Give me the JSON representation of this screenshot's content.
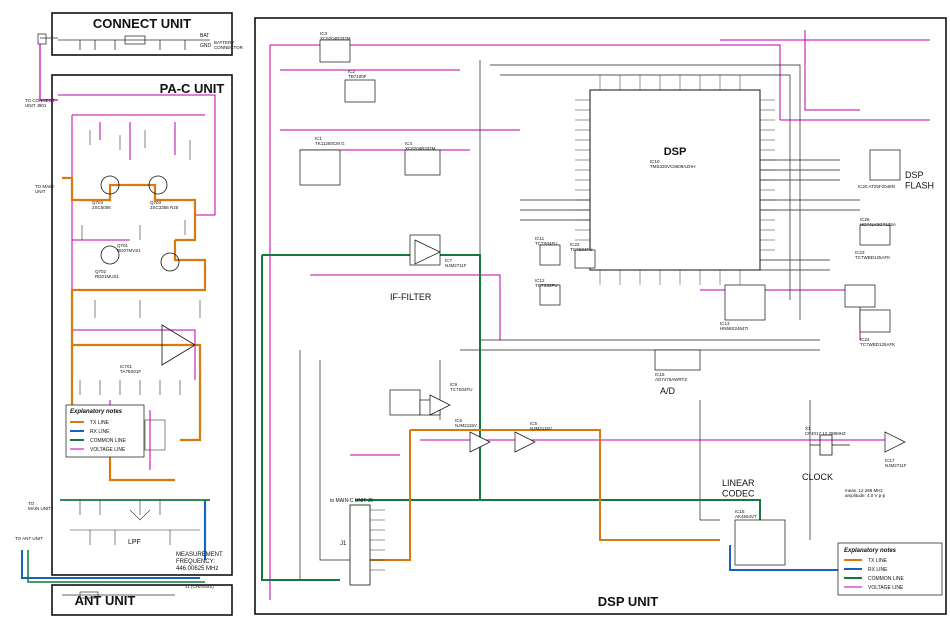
{
  "connect_unit": {
    "title": "CONNECT UNIT",
    "battery_label": "BATTERY\nCONNECTOR",
    "bat_label": "BAT",
    "gnd_label": "GND",
    "to_connect_label": "TO CONNECT\nUNIT J901"
  },
  "pac_unit": {
    "title": "PA-C UNIT",
    "q704": "Q704\n2SC5006",
    "q703": "Q703\n2SC3356 R25",
    "q702": "Q702\nRD01MUS1",
    "q701": "Q701\nRD07MVS1",
    "ic701": "IC701\nTA75S01F",
    "to_main_unit": "TO MAIN\nUNIT",
    "to_ant_unit": "TO ANT UNIT",
    "lpf_label": "LPF",
    "measurement_label": "MEASUREMENT\nFREQUENCY:\n446.00625 MHz",
    "main_unit_label": "TO\nMAIN UNIT"
  },
  "pac_notes": {
    "title": "Explanatory notes",
    "items": [
      "TX LINE",
      "RX LINE",
      "COMMON LINE",
      "VOLTAGE LINE"
    ]
  },
  "ant_unit": {
    "title": "ANT UNIT",
    "j1_label": "J1 (CHASSIS)"
  },
  "dsp_unit": {
    "title": "DSP UNIT",
    "dsp_label": "DSP",
    "ic10_label": "IC10\nTMS320VC5509AZHH",
    "dsp_flash": "DSP\nFLASH",
    "ic20_label": "IC20 AT25F2048N",
    "if_filter": "IF-FILTER",
    "ad_label": "A/D",
    "linear_codec": "LINEAR\nCODEC",
    "clock_label": "CLOCK",
    "to_main_c": "to MAIN-C UNIT J5",
    "ic1_label": "IC1\nTK11250CM G",
    "ic2_label": "IC2\nTB7100F",
    "ic3_label": "IC3\nXC6204B332M",
    "ic4_label": "IC4\nXC6204B332M",
    "ic7_label": "IC7\nNJM2711F",
    "ic11_label": "IC11\nTC7S04FU",
    "ic12_label": "IC12\nTC7S32FU",
    "ic13_label": "IC13\nHN58X2464TI",
    "ic15_label": "IC15\nAD7476AWRTZ",
    "ic16_label": "IC16\nAK4554VT",
    "ic17_label": "IC17\nNJM2711F",
    "ic22_label": "IC22\nTC7S04FU",
    "ic23_label": "IC23\nTC7WBD125AFK",
    "ic24_label": "IC24\nTC7WBD125AFK",
    "ic26_label": "IC26\nHD74LV2GT125A",
    "ic5_label": "IC5\nNJM2115V",
    "ic6_label": "IC6\nNJM2115V",
    "ic9_label": "IC9\nTC7S04FU",
    "j1_label": "J1",
    "clock_xtal": "X1\nCF4017 12.288MHZ",
    "meas_note": "meas. 12.288 MHz\namplitude: 4.0 V p-p"
  },
  "dsp_notes": {
    "title": "Explanatory notes",
    "items": [
      "TX LINE",
      "RX LINE",
      "COMMON LINE",
      "VOLTAGE LINE"
    ]
  },
  "colors": {
    "voltage": "#c000a8",
    "tx": "#d97a10",
    "rx": "#1565c0",
    "common": "#127a3a",
    "measure": "#e0006a"
  }
}
